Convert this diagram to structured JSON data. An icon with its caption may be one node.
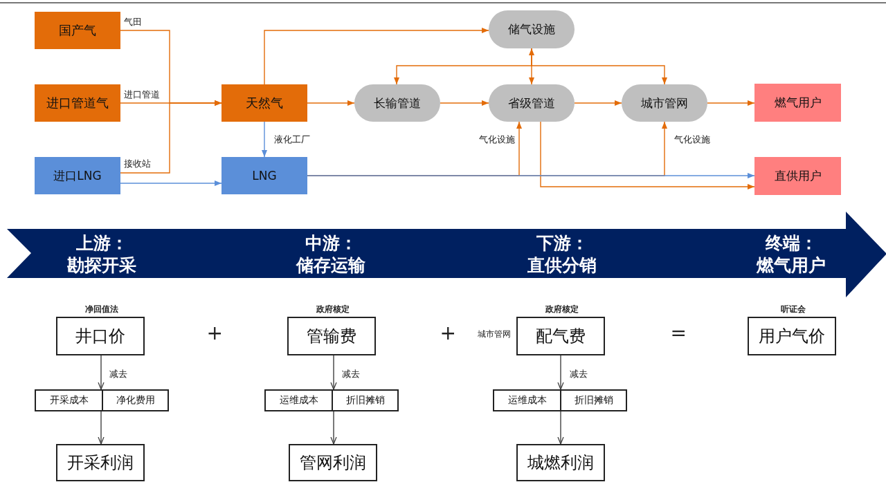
{
  "diagram": {
    "nodes": [
      {
        "text": [
          "国产气"
        ]
      },
      {
        "text": [
          "进口管道气"
        ]
      },
      {
        "text": [
          "进口LNG"
        ]
      },
      {
        "text": [
          "天然气"
        ]
      },
      {
        "text": [
          "LNG"
        ]
      },
      {
        "text": [
          "储气设施"
        ]
      },
      {
        "text": [
          "长输管道"
        ]
      },
      {
        "text": [
          "省级管道"
        ]
      },
      {
        "text": [
          "城市管网"
        ]
      },
      {
        "text": [
          "燃气用户"
        ]
      },
      {
        "text": [
          "直供用户"
        ]
      },
      {
        "text": [
          "上游：",
          "勘探开采",
          "中游：",
          "储存运输",
          "下游：",
          "直供分销",
          "终端：",
          "燃气用户"
        ]
      },
      {
        "text": [
          "井口价"
        ],
        "beside": [
          "净回值法"
        ]
      },
      {
        "text": [
          "开采成本",
          "净化费用"
        ]
      },
      {
        "text": [
          "开采利润"
        ]
      },
      {
        "text": [
          "管输费"
        ],
        "beside": [
          "政府核定"
        ]
      },
      {
        "text": [
          "运维成本",
          "折旧摊销"
        ]
      },
      {
        "text": [
          "管网利润"
        ]
      },
      {
        "text": [
          "配气费"
        ],
        "beside": [
          "政府核定",
          "城市管网"
        ]
      },
      {
        "text": [
          "运维成本",
          "折旧摊销"
        ]
      },
      {
        "text": [
          "城燃利润"
        ]
      },
      {
        "text": [
          "用户气价"
        ],
        "beside": [
          "听证会"
        ]
      }
    ],
    "edges": [
      {
        "from": 0,
        "to": 3,
        "arrow": "to",
        "label": "气田"
      },
      {
        "from": 1,
        "to": 3,
        "arrow": "to",
        "label": "进口管道"
      },
      {
        "from": 2,
        "to": 3,
        "arrow": "to",
        "label": "接收站"
      },
      {
        "from": 2,
        "to": 4,
        "arrow": "to",
        "color": "#5b8fd9"
      },
      {
        "from": 3,
        "to": 4,
        "arrow": "to",
        "label": "液化工厂",
        "color": "#5b8fd9"
      },
      {
        "from": 3,
        "to": 5,
        "arrow": "to"
      },
      {
        "from": 3,
        "to": 6,
        "arrow": "to"
      },
      {
        "from": 6,
        "to": 7,
        "arrow": "to"
      },
      {
        "from": 7,
        "to": 8,
        "arrow": "to"
      },
      {
        "from": 8,
        "to": 9,
        "arrow": "to"
      },
      {
        "from": 5,
        "to": 7,
        "arrow": "both"
      },
      {
        "from": 5,
        "to": 6,
        "arrow": "to"
      },
      {
        "from": 5,
        "to": 8,
        "arrow": "to"
      },
      {
        "from": 4,
        "to": 10,
        "arrow": "to",
        "color": "#5b8fd9"
      },
      {
        "from": 4,
        "to": 7,
        "arrow": "to",
        "label": "气化设施"
      },
      {
        "from": 4,
        "to": 8,
        "arrow": "to",
        "label": "气化设施"
      },
      {
        "from": 7,
        "to": 10,
        "arrow": "to"
      },
      {
        "from": 12,
        "to": 13,
        "arrow": "to",
        "label": "减去",
        "color": "#404040"
      },
      {
        "from": 13,
        "to": 14,
        "arrow": "to",
        "color": "#404040"
      },
      {
        "from": 15,
        "to": 16,
        "arrow": "to",
        "label": "减去",
        "color": "#404040"
      },
      {
        "from": 16,
        "to": 17,
        "arrow": "to",
        "color": "#404040"
      },
      {
        "from": 18,
        "to": 19,
        "arrow": "to",
        "label": "减去",
        "color": "#404040"
      },
      {
        "from": 19,
        "to": 20,
        "arrow": "to",
        "color": "#404040"
      }
    ],
    "labels": [
      "+",
      "+",
      "="
    ]
  }
}
